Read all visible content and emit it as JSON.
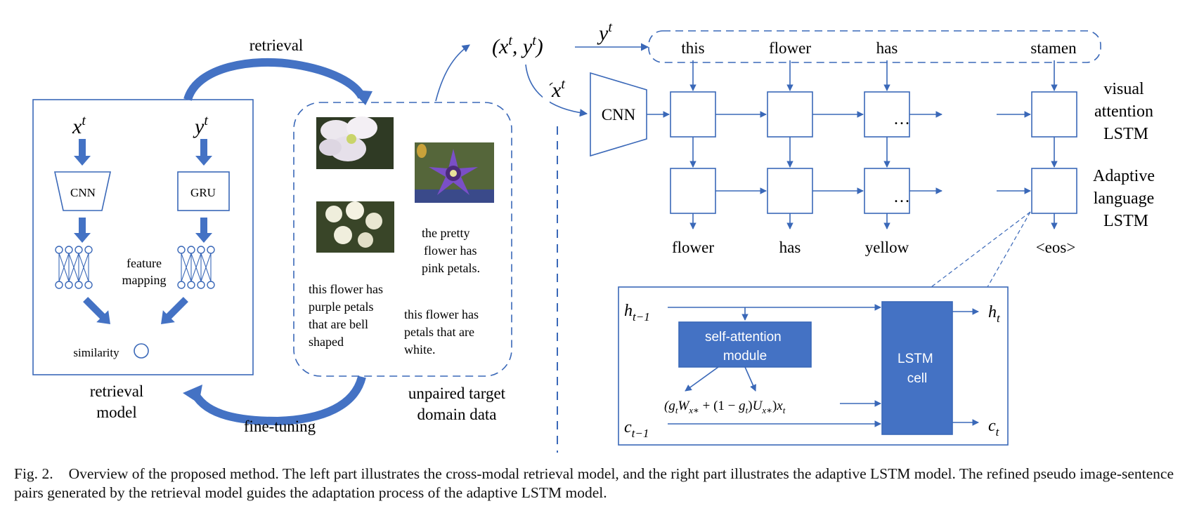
{
  "left": {
    "retrieval_label": "retrieval",
    "fine_tuning_label": "fine-tuning",
    "model_caption_1": "retrieval",
    "model_caption_2": "model",
    "x_input": "x",
    "y_input": "y",
    "superscript": "t",
    "cnn_label": "CNN",
    "gru_label": "GRU",
    "feature_mapping_1": "feature",
    "feature_mapping_2": "mapping",
    "similarity_label": "similarity"
  },
  "middle": {
    "sentences": [
      [
        "the pretty",
        "flower has",
        "pink petals."
      ],
      [
        "this flower has",
        "purple petals",
        "that are bell",
        "shaped"
      ],
      [
        "this flower has",
        "petals that are",
        "white."
      ]
    ],
    "caption_1": "unpaired target",
    "caption_2": "domain data"
  },
  "right": {
    "pair_label": "(x",
    "pair_y": "y",
    "superscript": "t",
    "cnn_label": "CNN",
    "input_words": [
      "this",
      "flower",
      "has",
      "stamen"
    ],
    "output_words": [
      "flower",
      "has",
      "yellow",
      "<eos>"
    ],
    "ellipsis": "…",
    "visual_lstm_label": [
      "visual",
      "attention",
      "LSTM"
    ],
    "adaptive_lstm_label": [
      "Adaptive",
      "language",
      "LSTM"
    ],
    "detail": {
      "h_prev": "h",
      "h_prev_sub": "t−1",
      "c_prev": "c",
      "c_prev_sub": "t−1",
      "h_t": "h",
      "c_t": "c",
      "t_sub": "t",
      "self_attention": [
        "self-attention",
        "module"
      ],
      "lstm_cell": [
        "LSTM",
        "cell"
      ],
      "formula": "(g_t W_{x*} + (1 − g_t) U_{x*}) x_t"
    }
  },
  "caption": {
    "label": "Fig. 2.",
    "text": "Overview of the proposed method. The left part illustrates the cross-modal retrieval model, and the right part illustrates the adaptive LSTM model. The refined pseudo image-sentence pairs generated by the retrieval model guides the adaptation process of the adaptive LSTM model."
  },
  "colors": {
    "accent": "#4472c4",
    "line": "#3a68b8",
    "text": "#000000"
  }
}
